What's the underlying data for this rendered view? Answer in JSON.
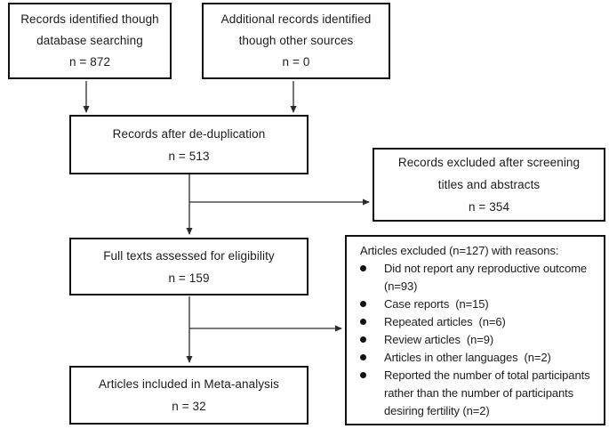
{
  "figure": {
    "boxes": {
      "identified": {
        "lines": [
          "Records identified though",
          "database searching",
          "n = 872"
        ]
      },
      "additional": {
        "lines": [
          "Additional records identified",
          "though other sources",
          "n = 0"
        ]
      },
      "dedup": {
        "lines": [
          "Records after de-duplication",
          "n = 513"
        ]
      },
      "screening_excluded": {
        "lines": [
          "Records excluded after screening",
          "titles and abstracts",
          "n = 354"
        ]
      },
      "fulltext": {
        "lines": [
          "Full texts assessed for eligibility",
          "n = 159"
        ]
      },
      "fulltext_excluded": {
        "title": "Articles excluded (n=127) with reasons:",
        "bullets": [
          "Did not report any reproductive outcome  (n=93)",
          "Case reports  (n=15)",
          "Repeated articles  (n=6)",
          "Review articles  (n=9)",
          "Articles in other languages  (n=2)",
          "Reported the number of total participants rather than the number of participants desiring fertility (n=2)"
        ]
      },
      "included": {
        "lines": [
          "Articles included in Meta-analysis",
          "n = 32"
        ]
      }
    },
    "colors": {
      "box_border": "#111111",
      "text": "#1c1c1c",
      "connector": "#2b2b2b",
      "background": "#ffffff"
    }
  }
}
